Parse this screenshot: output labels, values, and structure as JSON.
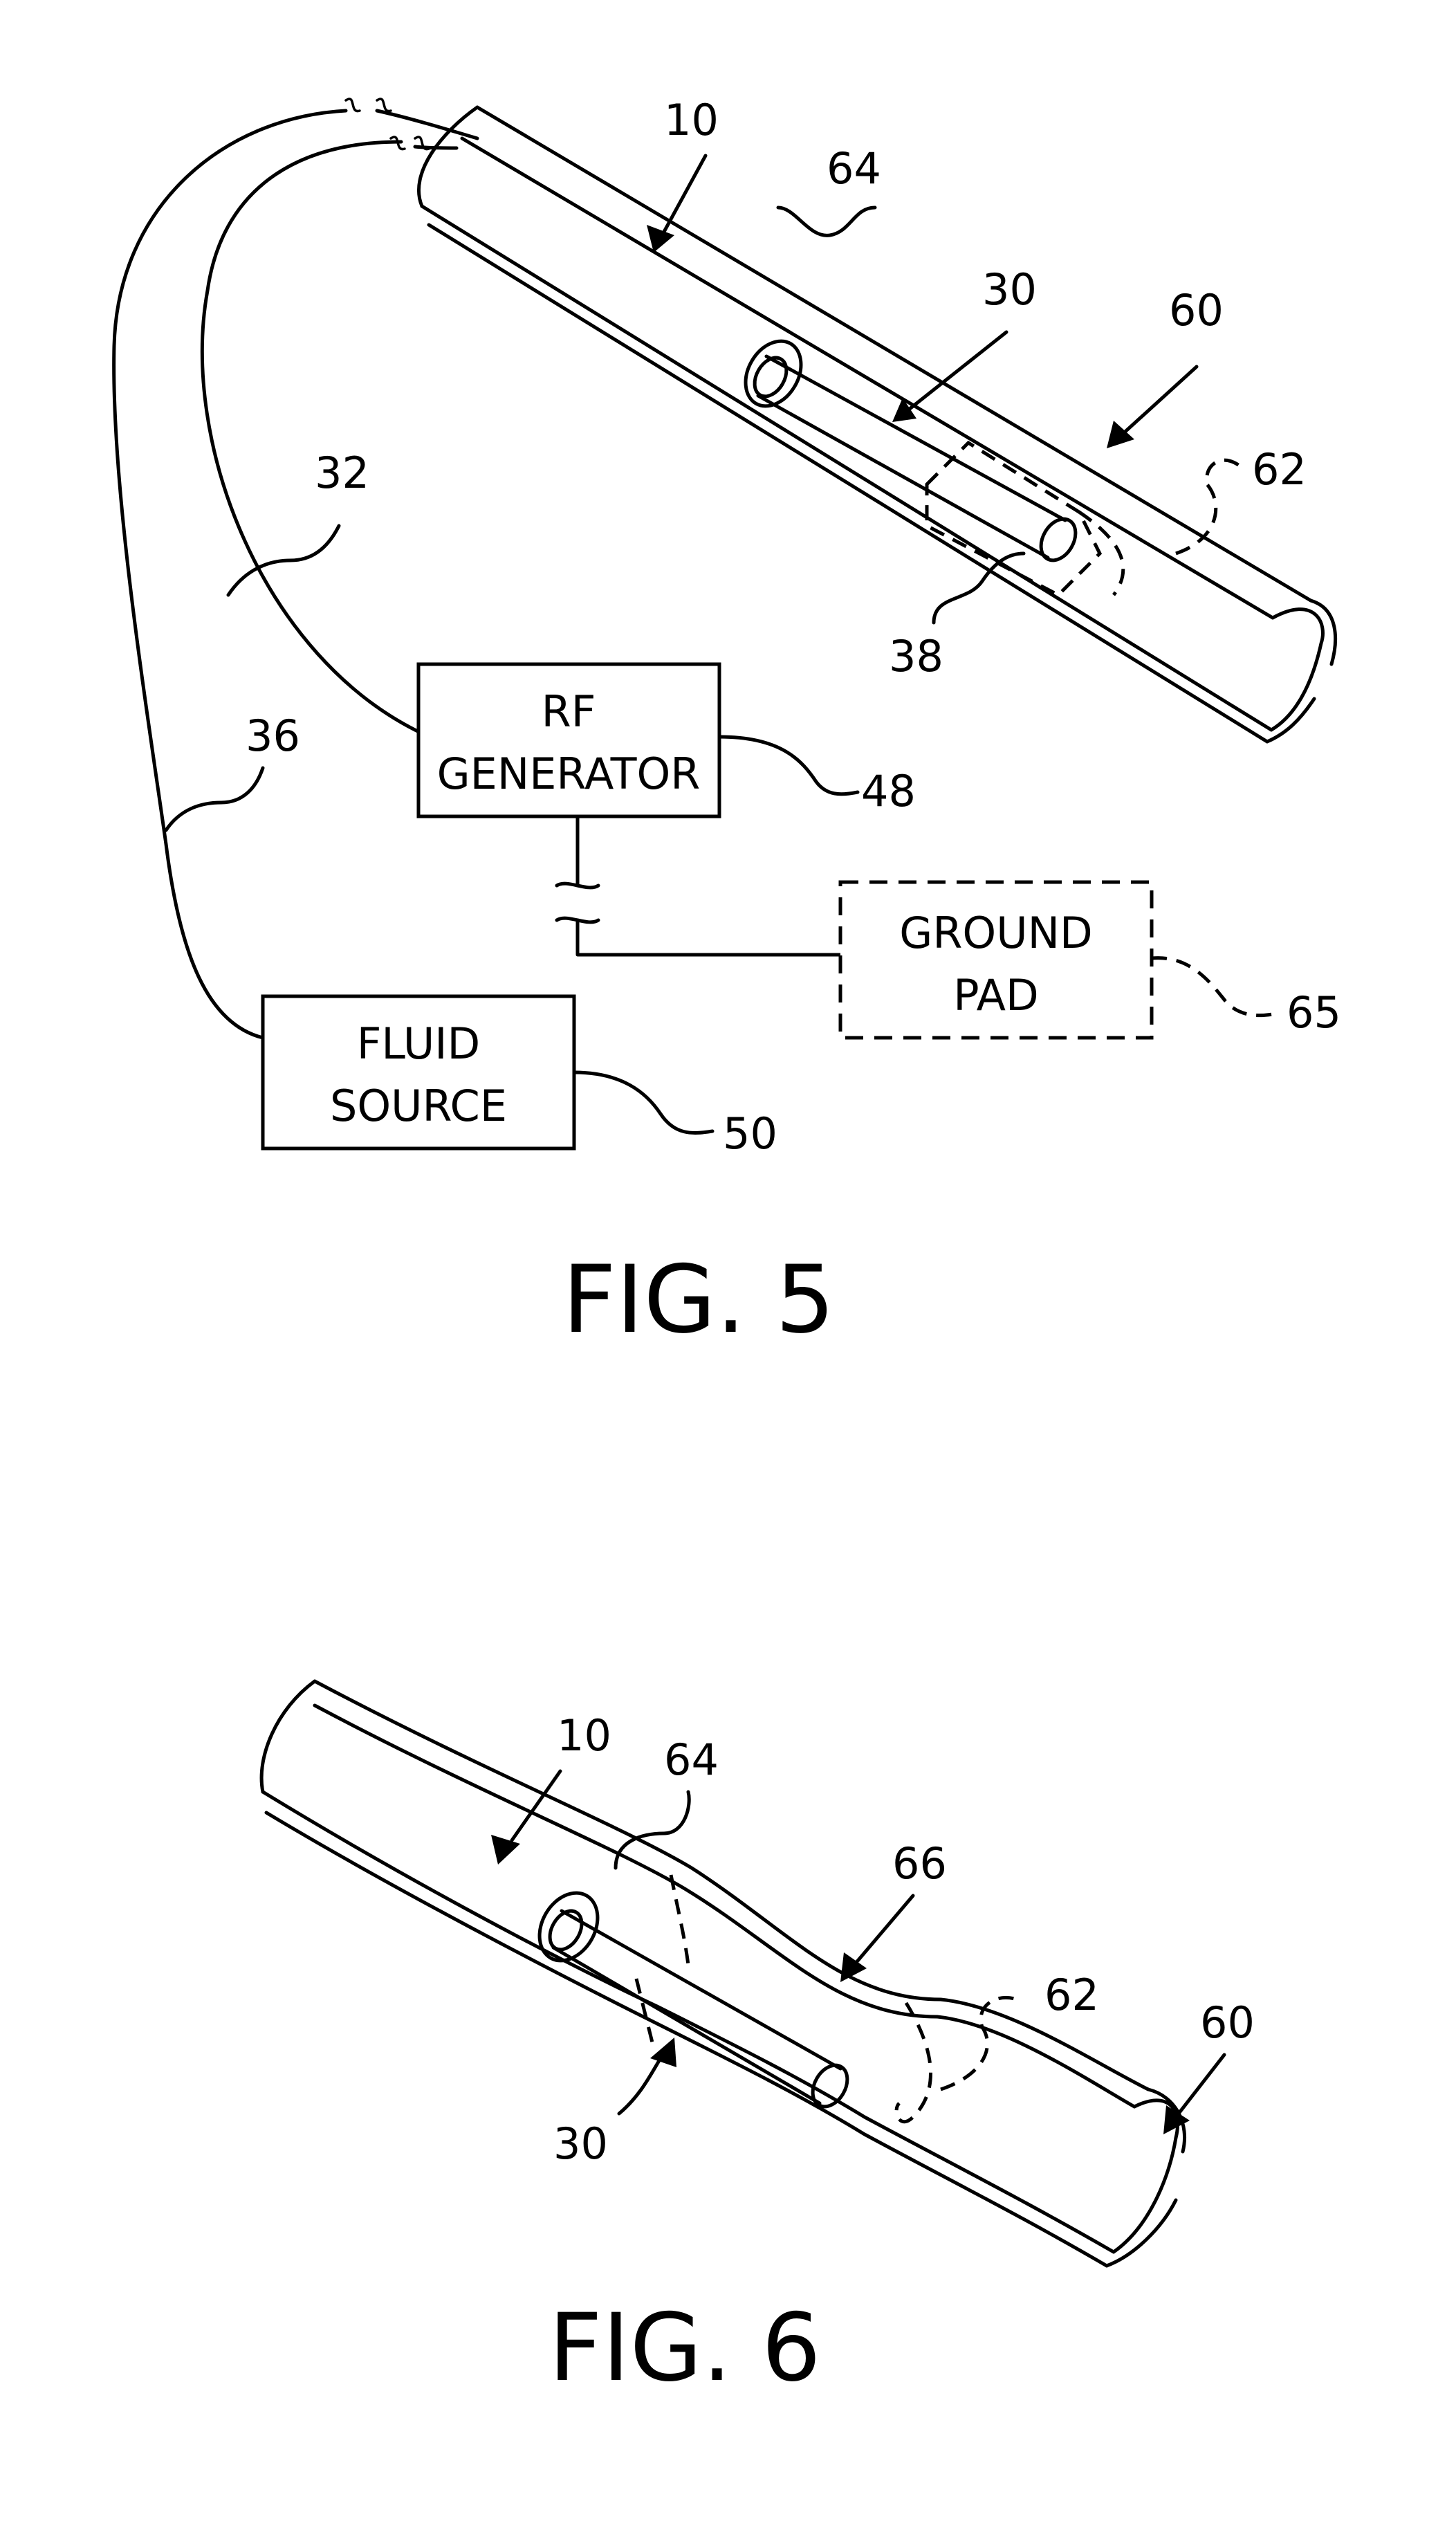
{
  "fig5": {
    "caption": "FIG. 5",
    "rf_generator": {
      "line1": "RF",
      "line2": "GENERATOR"
    },
    "fluid_source": {
      "line1": "FLUID",
      "line2": "SOURCE"
    },
    "ground_pad": {
      "line1": "GROUND",
      "line2": "PAD"
    },
    "refs": {
      "r10": "10",
      "r64": "64",
      "r30": "30",
      "r60": "60",
      "r62": "62",
      "r38": "38",
      "r32": "32",
      "r36": "36",
      "r48": "48",
      "r65": "65",
      "r50": "50"
    }
  },
  "fig6": {
    "caption": "FIG. 6",
    "refs": {
      "r10": "10",
      "r64": "64",
      "r66": "66",
      "r62": "62",
      "r60": "60",
      "r30": "30"
    }
  }
}
